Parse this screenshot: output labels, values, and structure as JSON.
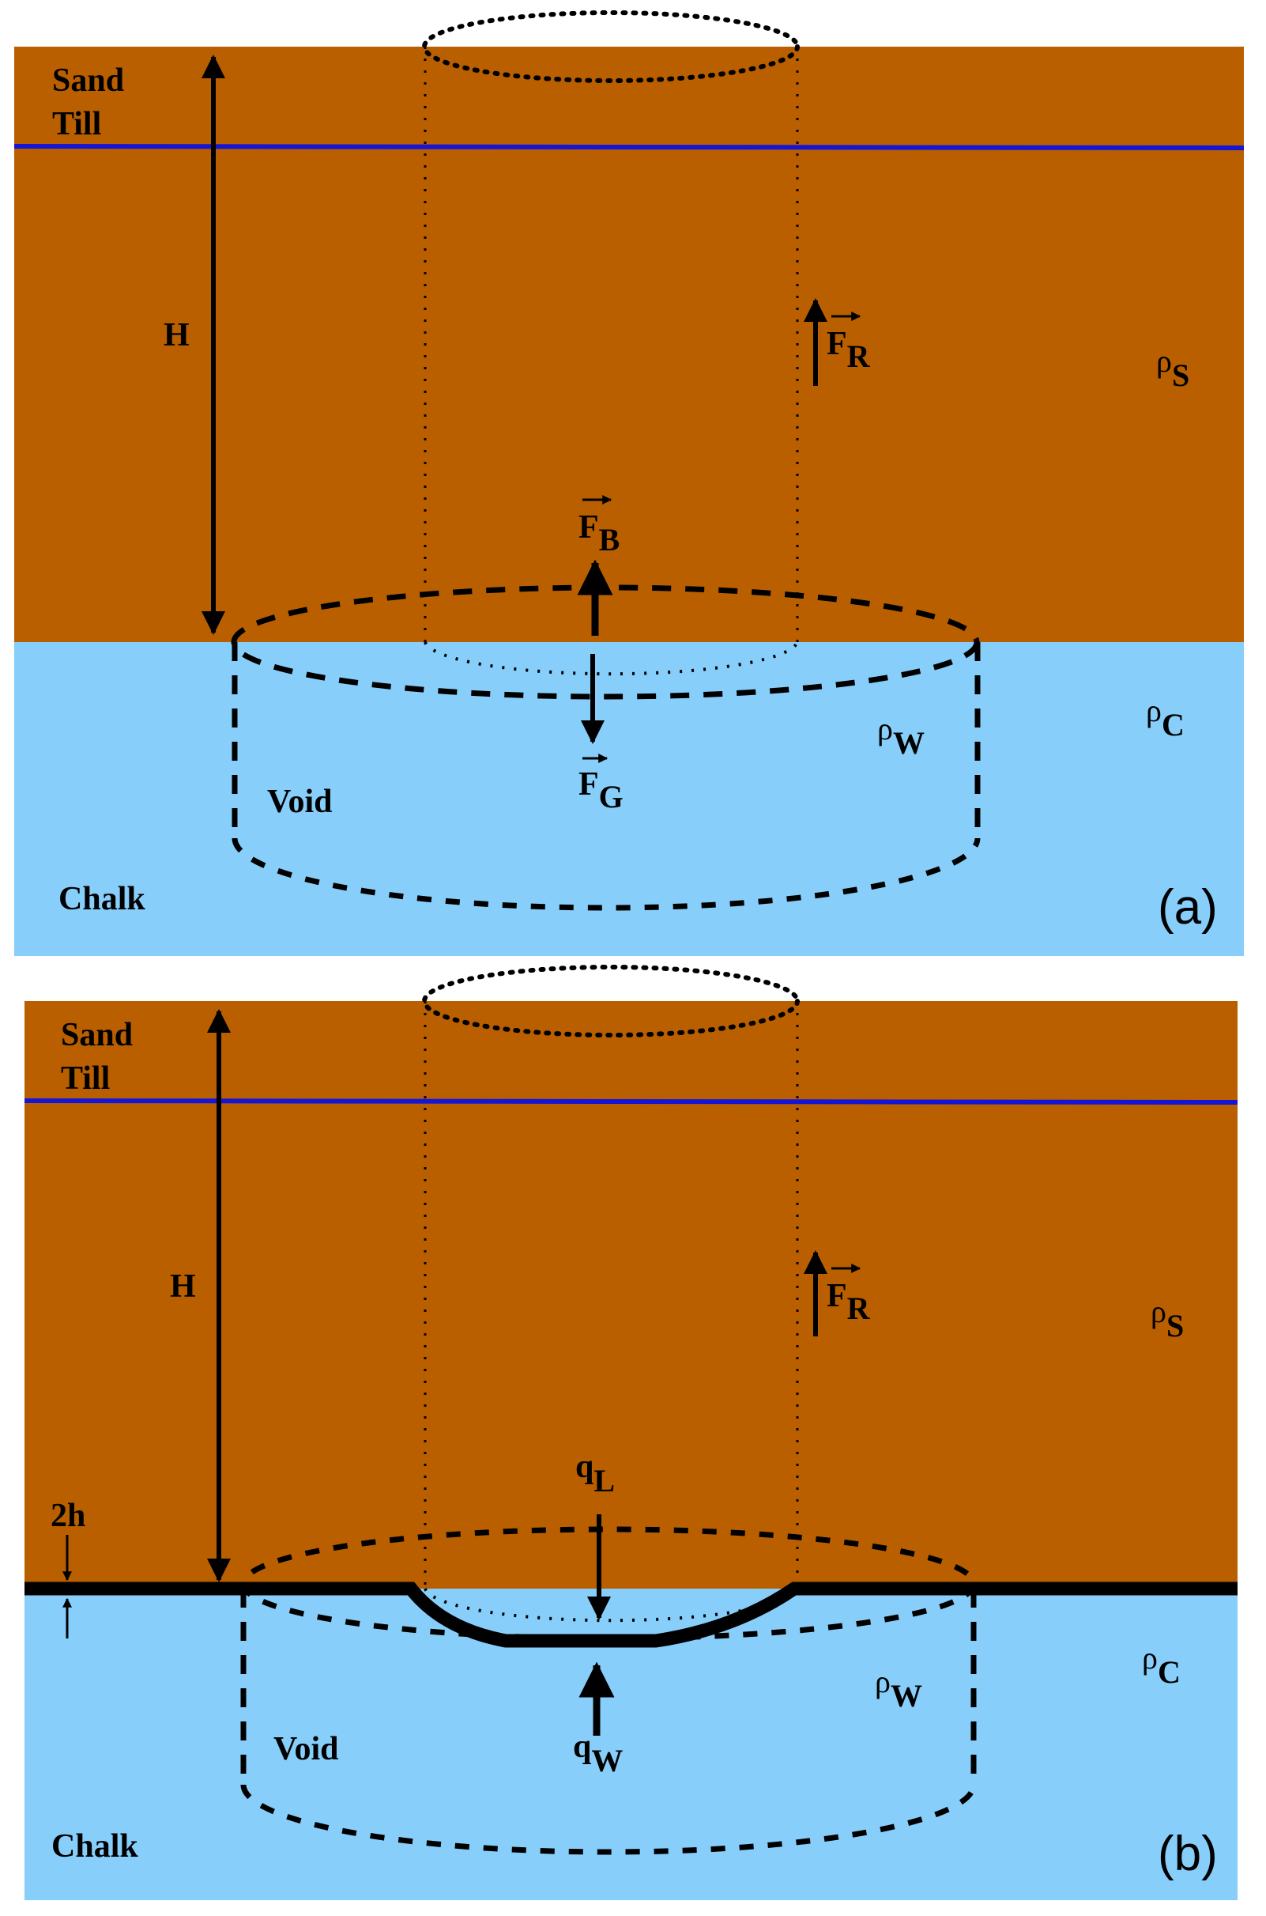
{
  "colors": {
    "soil": "#BA5F00",
    "chalk": "#87CEFA",
    "water_table": "#1515D5",
    "ink": "#000000"
  },
  "panels": [
    {
      "tag": "(a)",
      "sand": "Sand",
      "till": "Till",
      "H": "H",
      "void": "Void",
      "chalk": "Chalk",
      "rho": "ρ",
      "rho_s_sub": "S",
      "rho_c_sub": "C",
      "rho_w_sub": "W",
      "fr_main": "F",
      "fr_sub": "R",
      "fb_main": "F",
      "fb_sub": "B",
      "fg_main": "F",
      "fg_sub": "G"
    },
    {
      "tag": "(b)",
      "sand": "Sand",
      "till": "Till",
      "H": "H",
      "void": "Void",
      "chalk": "Chalk",
      "rho": "ρ",
      "rho_s_sub": "S",
      "rho_c_sub": "C",
      "rho_w_sub": "W",
      "fr_main": "F",
      "fr_sub": "R",
      "ql_main": "q",
      "ql_sub": "L",
      "qw_main": "q",
      "qw_sub": "W",
      "thickness": "2h"
    }
  ]
}
